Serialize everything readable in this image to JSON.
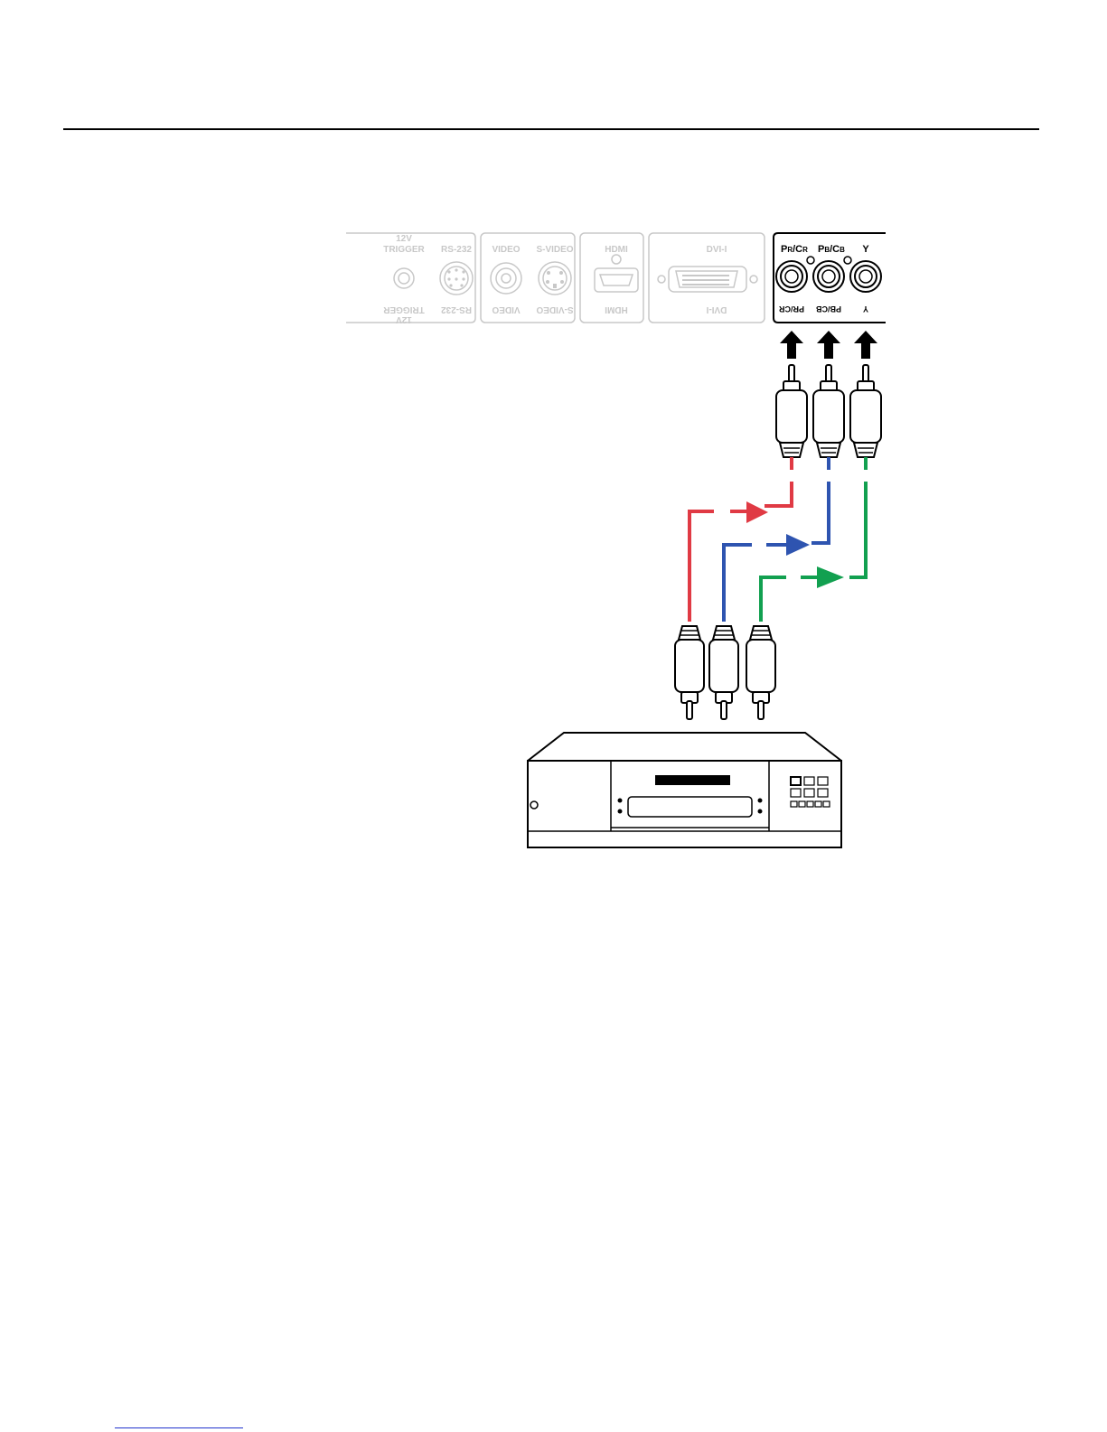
{
  "panel": {
    "trigger_top_1": "12V",
    "trigger_top_2": "TRIGGER",
    "trigger_bottom_1": "TRIGGER",
    "trigger_bottom_2": "12V",
    "rs232": "RS-232",
    "video": "VIDEO",
    "svideo": "S-VIDEO",
    "hdmi": "HDMI",
    "dvi": "DVI-I",
    "pr_main": "PR/CR",
    "pr_base": "P",
    "pr_mid": "R",
    "pr_slash": "/C",
    "pr_sub": "R",
    "pb_base": "P",
    "pb_mid": "B",
    "pb_slash": "/C",
    "pb_sub": "B",
    "y": "Y",
    "pr_bottom": "PR/CR",
    "pb_bottom": "PB/CB",
    "y_bottom": "Y"
  },
  "colors": {
    "red_cable": "#e03a44",
    "blue_cable": "#2e54b0",
    "green_cable": "#12a050",
    "faded_panel": "#c8c8c8",
    "ink": "#000000"
  }
}
